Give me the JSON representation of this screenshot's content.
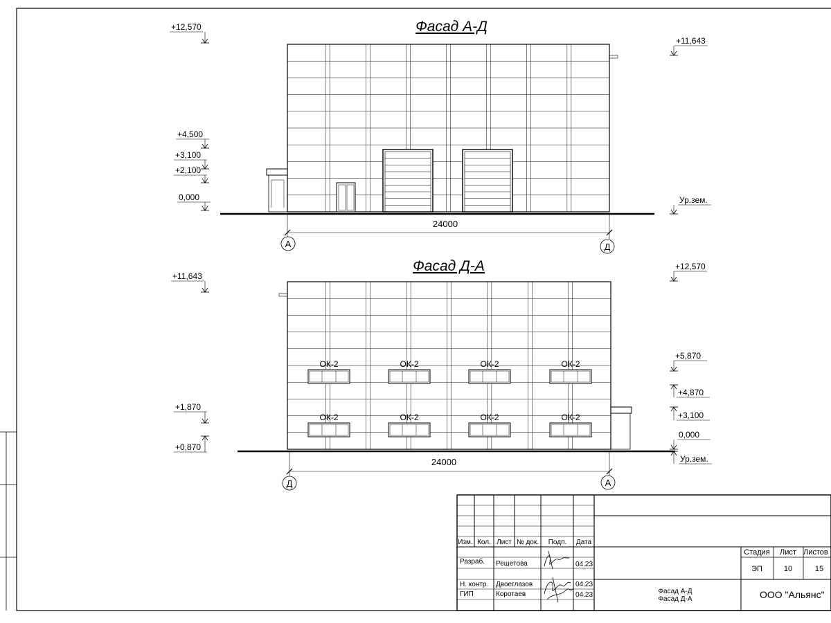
{
  "facade1": {
    "title": "Фасад А-Д",
    "dimension": "24000",
    "axis_left": "А",
    "axis_right": "Д",
    "marks_left": [
      "+12,570",
      "+4,500",
      "+3,100",
      "+2,100",
      "0,000"
    ],
    "marks_right": [
      "+11,643",
      "Ур.зем."
    ]
  },
  "facade2": {
    "title": "Фасад Д-А",
    "dimension": "24000",
    "axis_left": "Д",
    "axis_right": "А",
    "marks_left": [
      "+11,643",
      "+1,870",
      "+0,870"
    ],
    "marks_right": [
      "+12,570",
      "+5,870",
      "+4,870",
      "+3,100",
      "0,000",
      "Ур.зем."
    ],
    "window_label": "ОК-2"
  },
  "stamp": {
    "headers": [
      "Изм.",
      "Кол.",
      "Лист",
      "№ док.",
      "Подп.",
      "Дата"
    ],
    "rows": [
      {
        "role": "Разраб.",
        "name": "Решетова",
        "date": "04.23"
      },
      {
        "role": "Н. контр.",
        "name": "Двоеглазов",
        "date": "04.23"
      },
      {
        "role": "ГИП",
        "name": "Коротаев",
        "date": "04.23"
      }
    ],
    "sheet_title_1": "Фасад А-Д",
    "sheet_title_2": "Фасад Д-А",
    "stage_header": "Стадия",
    "sheet_header": "Лист",
    "sheets_header": "Листов",
    "stage": "ЭП",
    "sheet": "10",
    "sheets": "15",
    "company": "ООО \"Альянс\""
  }
}
